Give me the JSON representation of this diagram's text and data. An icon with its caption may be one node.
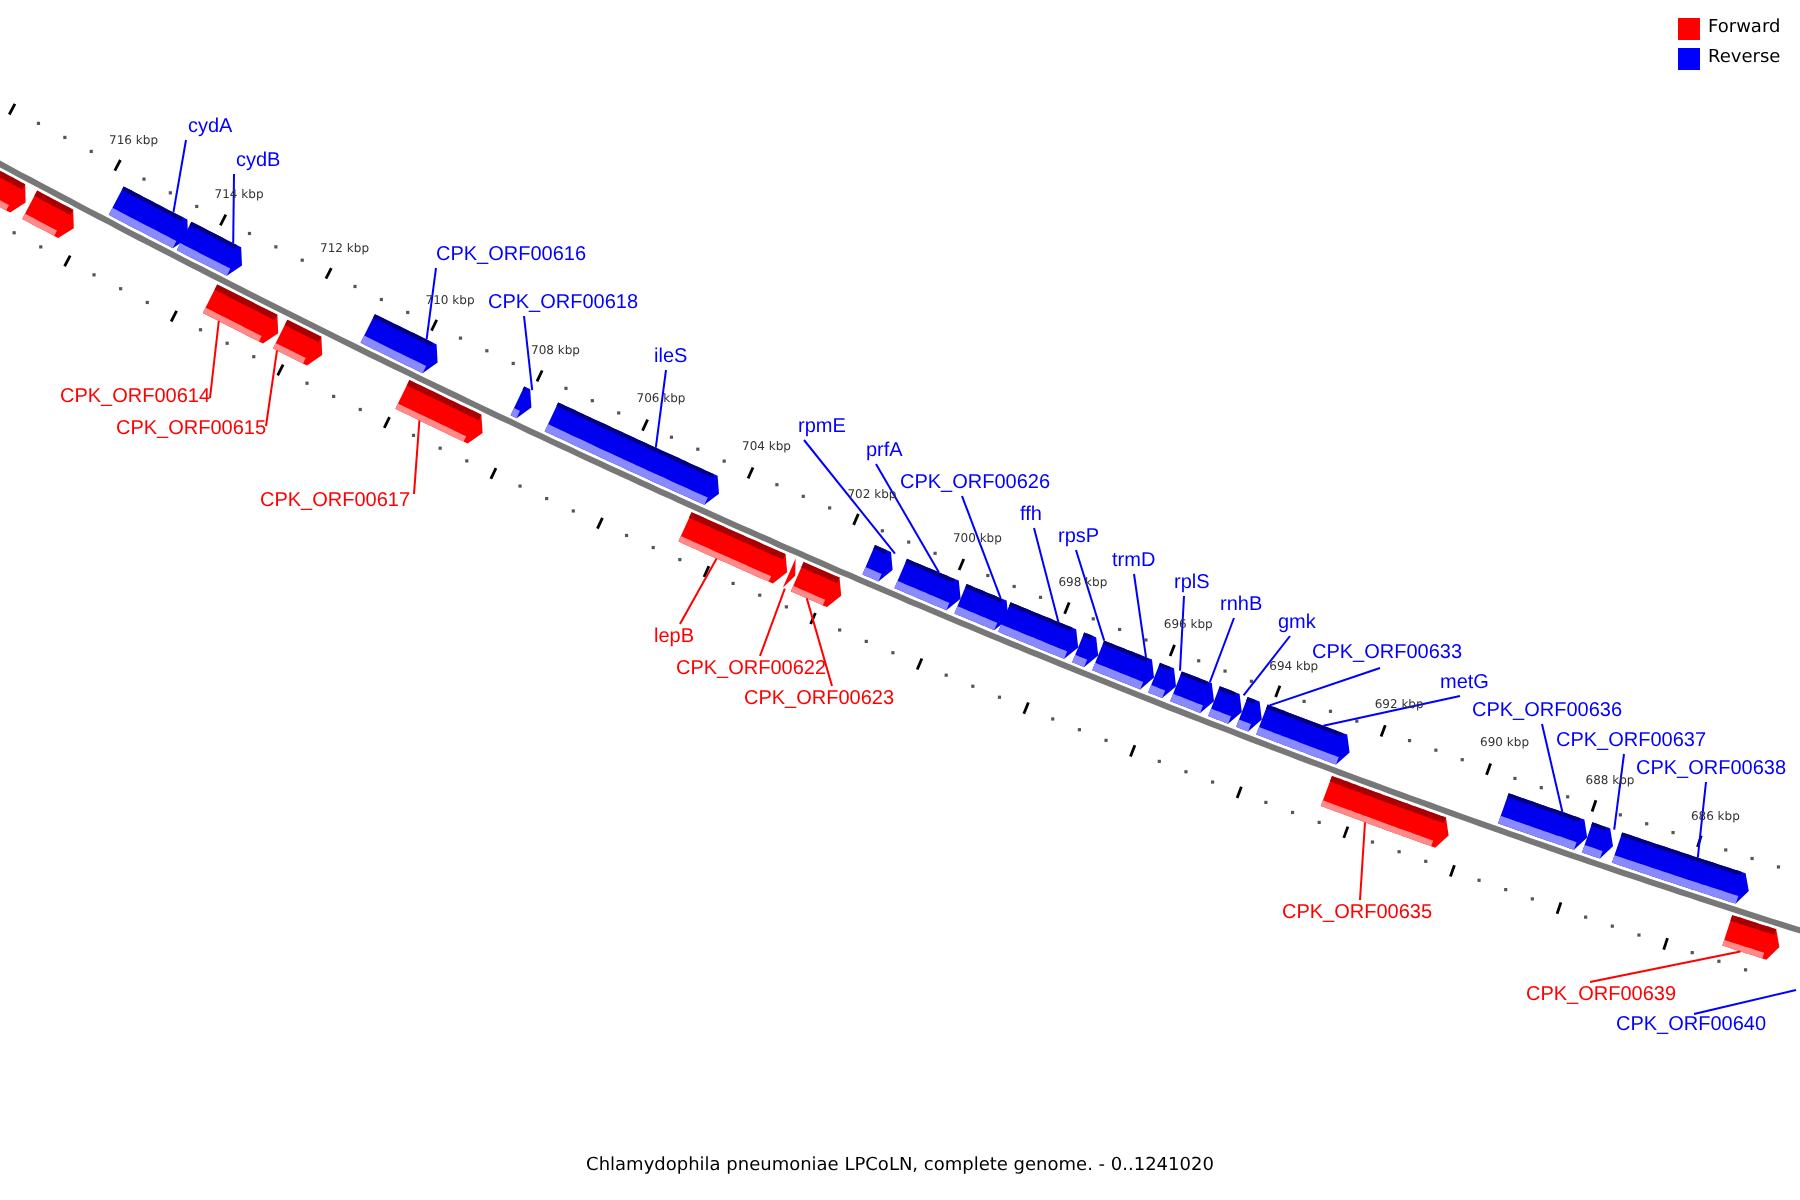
{
  "diagram": {
    "caption": "Chlamydophila pneumoniae LPCoLN, complete genome. - 0..1241020",
    "nodes": [
      {
        "text": [],
        "shape": "bar"
      },
      {
        "text": [],
        "shape": "bar"
      },
      {
        "text": [
          "cydA"
        ]
      },
      {
        "text": [],
        "shape": "bar"
      },
      {
        "text": [
          "cydB"
        ]
      },
      {
        "text": [],
        "shape": "bar"
      },
      {
        "text": [
          "CPK_ORF00614"
        ]
      },
      {
        "text": [],
        "shape": "bar"
      },
      {
        "text": [
          "CPK_ORF00615"
        ]
      },
      {
        "text": [],
        "shape": "bar"
      },
      {
        "text": [
          "CPK_ORF00616"
        ]
      },
      {
        "text": [],
        "shape": "bar"
      },
      {
        "text": [
          "CPK_ORF00617"
        ]
      },
      {
        "text": [],
        "shape": "bar"
      },
      {
        "text": [
          "CPK_ORF00618"
        ]
      },
      {
        "text": [],
        "shape": "bar"
      },
      {
        "text": [
          "ileS"
        ]
      },
      {
        "text": [],
        "shape": "bar"
      },
      {
        "text": [
          "lepB"
        ]
      },
      {
        "text": [],
        "shape": "bar"
      },
      {
        "text": [
          "CPK_ORF00622"
        ]
      },
      {
        "text": [],
        "shape": "bar"
      },
      {
        "text": [
          "CPK_ORF00623"
        ]
      },
      {
        "text": [],
        "shape": "bar"
      },
      {
        "text": [
          "rpmE"
        ]
      },
      {
        "text": [],
        "shape": "bar"
      },
      {
        "text": [
          "prfA"
        ]
      },
      {
        "text": [],
        "shape": "bar"
      },
      {
        "text": [
          "CPK_ORF00626"
        ]
      },
      {
        "text": [],
        "shape": "bar"
      },
      {
        "text": [
          "ffh"
        ]
      },
      {
        "text": [],
        "shape": "bar"
      },
      {
        "text": [
          "rpsP"
        ]
      },
      {
        "text": [],
        "shape": "bar"
      },
      {
        "text": [
          "trmD"
        ]
      },
      {
        "text": [],
        "shape": "bar"
      },
      {
        "text": [
          "rplS"
        ]
      },
      {
        "text": [],
        "shape": "bar"
      },
      {
        "text": [
          "rnhB"
        ]
      },
      {
        "text": [],
        "shape": "bar"
      },
      {
        "text": [
          "gmk"
        ]
      },
      {
        "text": [],
        "shape": "bar"
      },
      {
        "text": [
          "CPK_ORF00633"
        ]
      },
      {
        "text": [],
        "shape": "bar"
      },
      {
        "text": [
          "metG"
        ]
      },
      {
        "text": [],
        "shape": "bar"
      },
      {
        "text": [
          "CPK_ORF00635"
        ]
      },
      {
        "text": [],
        "shape": "bar"
      },
      {
        "text": [
          "CPK_ORF00636"
        ]
      },
      {
        "text": [],
        "shape": "bar"
      },
      {
        "text": [
          "CPK_ORF00637"
        ]
      },
      {
        "text": [],
        "shape": "bar"
      },
      {
        "text": [
          "CPK_ORF00638"
        ]
      },
      {
        "text": [],
        "shape": "bar"
      },
      {
        "text": [
          "CPK_ORF00639"
        ]
      },
      {
        "text": [],
        "shape": "bar"
      },
      {
        "text": [
          "CPK_ORF00640"
        ]
      }
    ],
    "edges": [
      {
        "from": 2,
        "to": 3,
        "arrow": "none"
      },
      {
        "from": 4,
        "to": 5,
        "arrow": "none"
      },
      {
        "from": 6,
        "to": 7,
        "arrow": "none",
        "color": "#ff0000"
      },
      {
        "from": 8,
        "to": 9,
        "arrow": "none",
        "color": "#ff0000"
      },
      {
        "from": 10,
        "to": 11,
        "arrow": "none"
      },
      {
        "from": 12,
        "to": 13,
        "arrow": "none",
        "color": "#ff0000"
      },
      {
        "from": 14,
        "to": 15,
        "arrow": "none"
      },
      {
        "from": 16,
        "to": 17,
        "arrow": "none"
      },
      {
        "from": 18,
        "to": 19,
        "arrow": "none",
        "color": "#ff0000"
      },
      {
        "from": 20,
        "to": 21,
        "arrow": "none",
        "color": "#ff0000"
      },
      {
        "from": 22,
        "to": 23,
        "arrow": "none",
        "color": "#ff0000"
      },
      {
        "from": 24,
        "to": 25,
        "arrow": "none"
      },
      {
        "from": 26,
        "to": 27,
        "arrow": "none"
      },
      {
        "from": 28,
        "to": 29,
        "arrow": "none"
      },
      {
        "from": 30,
        "to": 31,
        "arrow": "none"
      },
      {
        "from": 32,
        "to": 33,
        "arrow": "none"
      },
      {
        "from": 34,
        "to": 35,
        "arrow": "none"
      },
      {
        "from": 36,
        "to": 37,
        "arrow": "none"
      },
      {
        "from": 38,
        "to": 39,
        "arrow": "none"
      },
      {
        "from": 40,
        "to": 41,
        "arrow": "none"
      },
      {
        "from": 42,
        "to": 43,
        "arrow": "none"
      },
      {
        "from": 44,
        "to": 45,
        "arrow": "none"
      },
      {
        "from": 46,
        "to": 47,
        "arrow": "none",
        "color": "#ff0000"
      },
      {
        "from": 48,
        "to": 49,
        "arrow": "none"
      },
      {
        "from": 50,
        "to": 51,
        "arrow": "none"
      },
      {
        "from": 52,
        "to": 53,
        "arrow": "none"
      },
      {
        "from": 54,
        "to": 55,
        "arrow": "none",
        "color": "#ff0000"
      },
      {
        "from": 56,
        "to": null,
        "arrow": "none"
      }
    ],
    "labels": [
      "716 kbp",
      "714 kbp",
      "712 kbp",
      "710 kbp",
      "708 kbp",
      "706 kbp",
      "704 kbp",
      "702 kbp",
      "700 kbp",
      "698 kbp",
      "696 kbp",
      "694 kbp",
      "692 kbp",
      "690 kbp",
      "688 kbp",
      "686 kbp"
    ],
    "legend": [
      {
        "text": "Forward",
        "color": "#ff0000"
      },
      {
        "text": "Reverse",
        "color": "#0000ff"
      }
    ]
  }
}
